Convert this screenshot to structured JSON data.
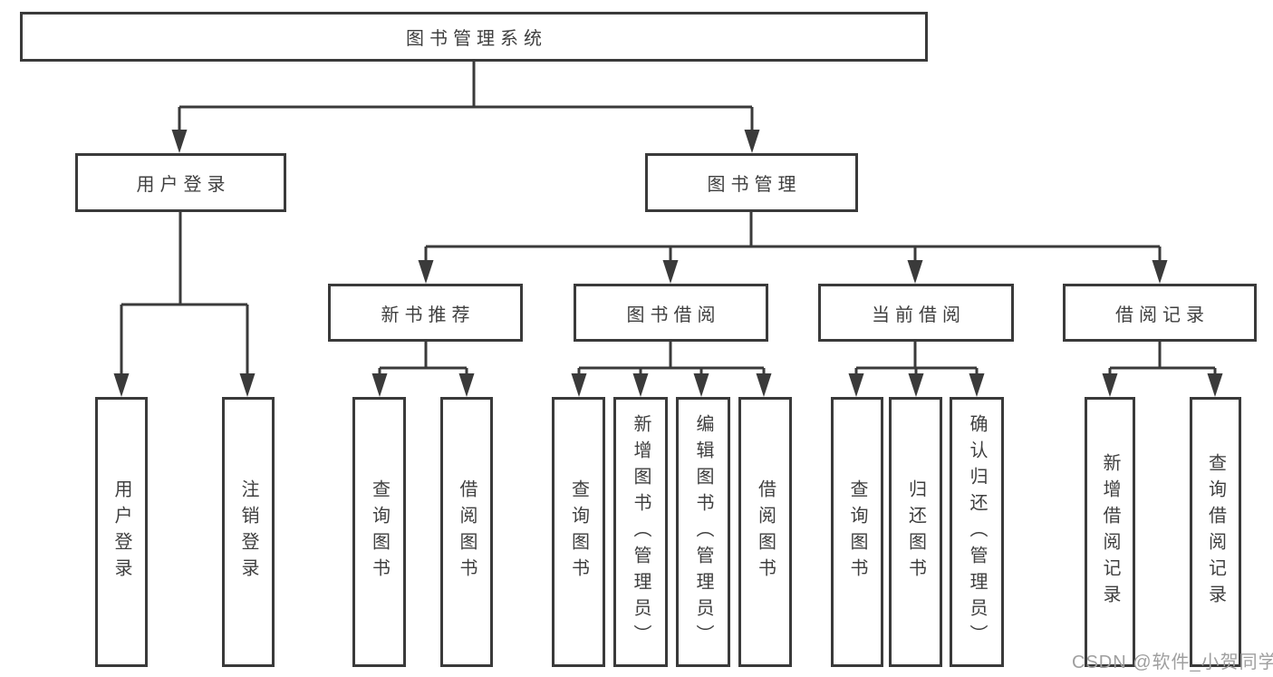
{
  "diagram": {
    "root": {
      "label": "图书管理系统",
      "children": [
        {
          "label": "用户登录",
          "children": [
            {
              "label": "用户登录"
            },
            {
              "label": "注销登录"
            }
          ]
        },
        {
          "label": "图书管理",
          "children": [
            {
              "label": "新书推荐",
              "children": [
                {
                  "label": "查询图书"
                },
                {
                  "label": "借阅图书"
                }
              ]
            },
            {
              "label": "图书借阅",
              "children": [
                {
                  "label": "查询图书"
                },
                {
                  "label": "新增图书（管理员）"
                },
                {
                  "label": "编辑图书（管理员）"
                },
                {
                  "label": "借阅图书"
                }
              ]
            },
            {
              "label": "当前借阅",
              "children": [
                {
                  "label": "查询图书"
                },
                {
                  "label": "归还图书"
                },
                {
                  "label": "确认归还（管理员）"
                }
              ]
            },
            {
              "label": "借阅记录",
              "children": [
                {
                  "label": "新增借阅记录"
                },
                {
                  "label": "查询借阅记录"
                }
              ]
            }
          ]
        }
      ]
    }
  },
  "watermark": {
    "text": "CSDN @软件_小贺同学"
  },
  "colors": {
    "line": "#3a3a3a",
    "text": "#3f3f3f",
    "watermark": "#9f9f9f",
    "background": "#ffffff"
  }
}
